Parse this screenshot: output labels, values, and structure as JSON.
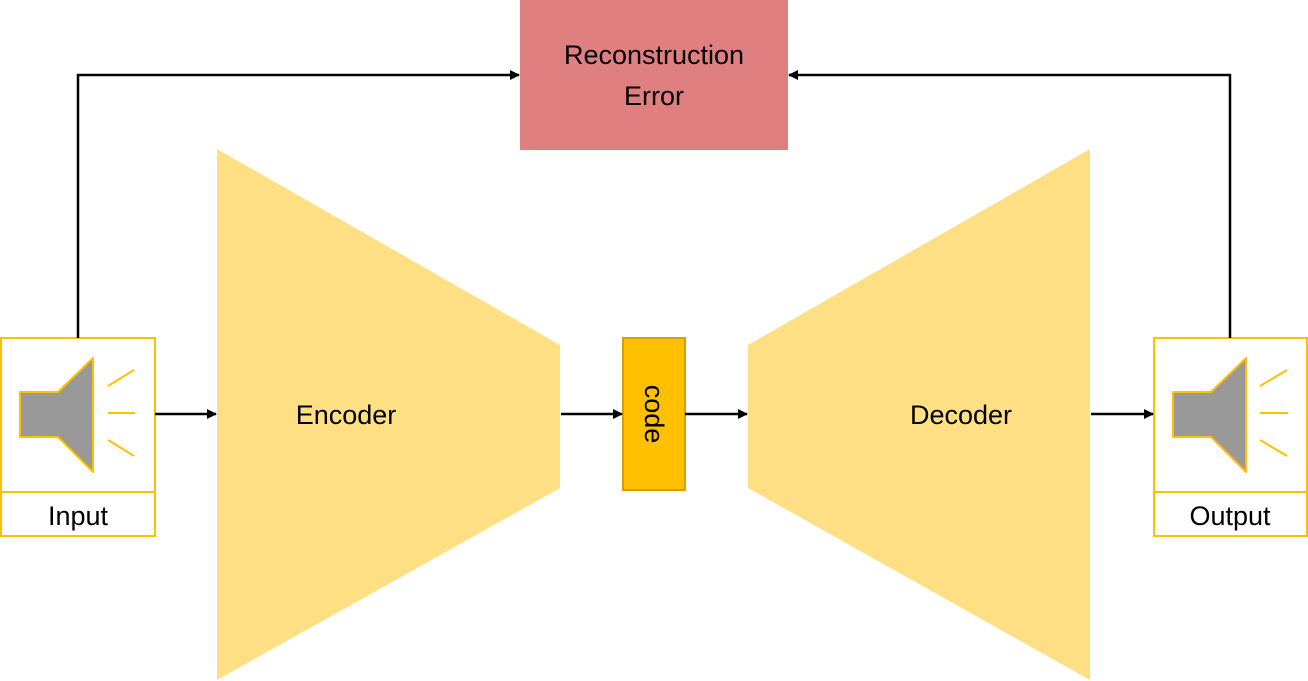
{
  "nodes": {
    "reconstruction_error": {
      "line1": "Reconstruction",
      "line2": "Error",
      "color": "#e07f7f"
    },
    "encoder": {
      "label": "Encoder",
      "color": "#fedf83"
    },
    "code": {
      "label": "code",
      "color": "#ffc000",
      "border_color": "#d6a000"
    },
    "decoder": {
      "label": "Decoder",
      "color": "#fedf83"
    },
    "input": {
      "label": "Input",
      "icon": "speaker-icon",
      "border_color": "#ffc000"
    },
    "output": {
      "label": "Output",
      "icon": "speaker-icon",
      "border_color": "#ffc000"
    }
  },
  "colors": {
    "arrow": "#000000",
    "speaker_fill": "#999999",
    "speaker_stroke": "#ffc000"
  }
}
